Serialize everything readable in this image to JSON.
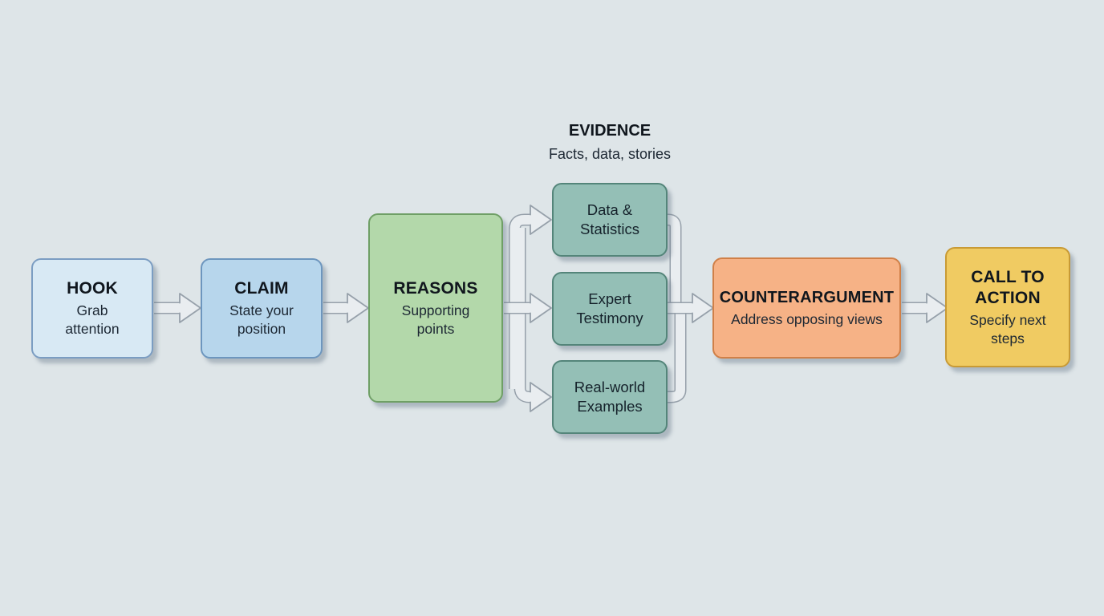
{
  "background": "#dee5e8",
  "arrow_style": {
    "stroke": "#96a0aa",
    "fill": "#e9edf0"
  },
  "evidence_group": {
    "title": "EVIDENCE",
    "subtitle": "Facts, data, stories"
  },
  "nodes": {
    "hook": {
      "title": "HOOK",
      "subtitle": "Grab attention",
      "fill": "#d8e9f4",
      "border": "#7b9dc2"
    },
    "claim": {
      "title": "CLAIM",
      "subtitle": "State your position",
      "fill": "#b7d6ec",
      "border": "#6d96be"
    },
    "reasons": {
      "title": "REASONS",
      "subtitle": "Supporting points",
      "fill": "#b3d8aa",
      "border": "#6f9f66"
    },
    "evidence": [
      {
        "label": "Data & Statistics",
        "fill": "#94bfb6",
        "border": "#54857a"
      },
      {
        "label": "Expert Testimony",
        "fill": "#94bfb6",
        "border": "#54857a"
      },
      {
        "label": "Real-world Examples",
        "fill": "#94bfb6",
        "border": "#54857a"
      }
    ],
    "counterargument": {
      "title": "COUNTERARGUMENT",
      "subtitle": "Address opposing views",
      "fill": "#f6b286",
      "border": "#d08048"
    },
    "call_to_action": {
      "title": "CALL TO ACTION",
      "subtitle": "Specify next steps",
      "fill": "#f0cb62",
      "border": "#c89a35"
    }
  }
}
